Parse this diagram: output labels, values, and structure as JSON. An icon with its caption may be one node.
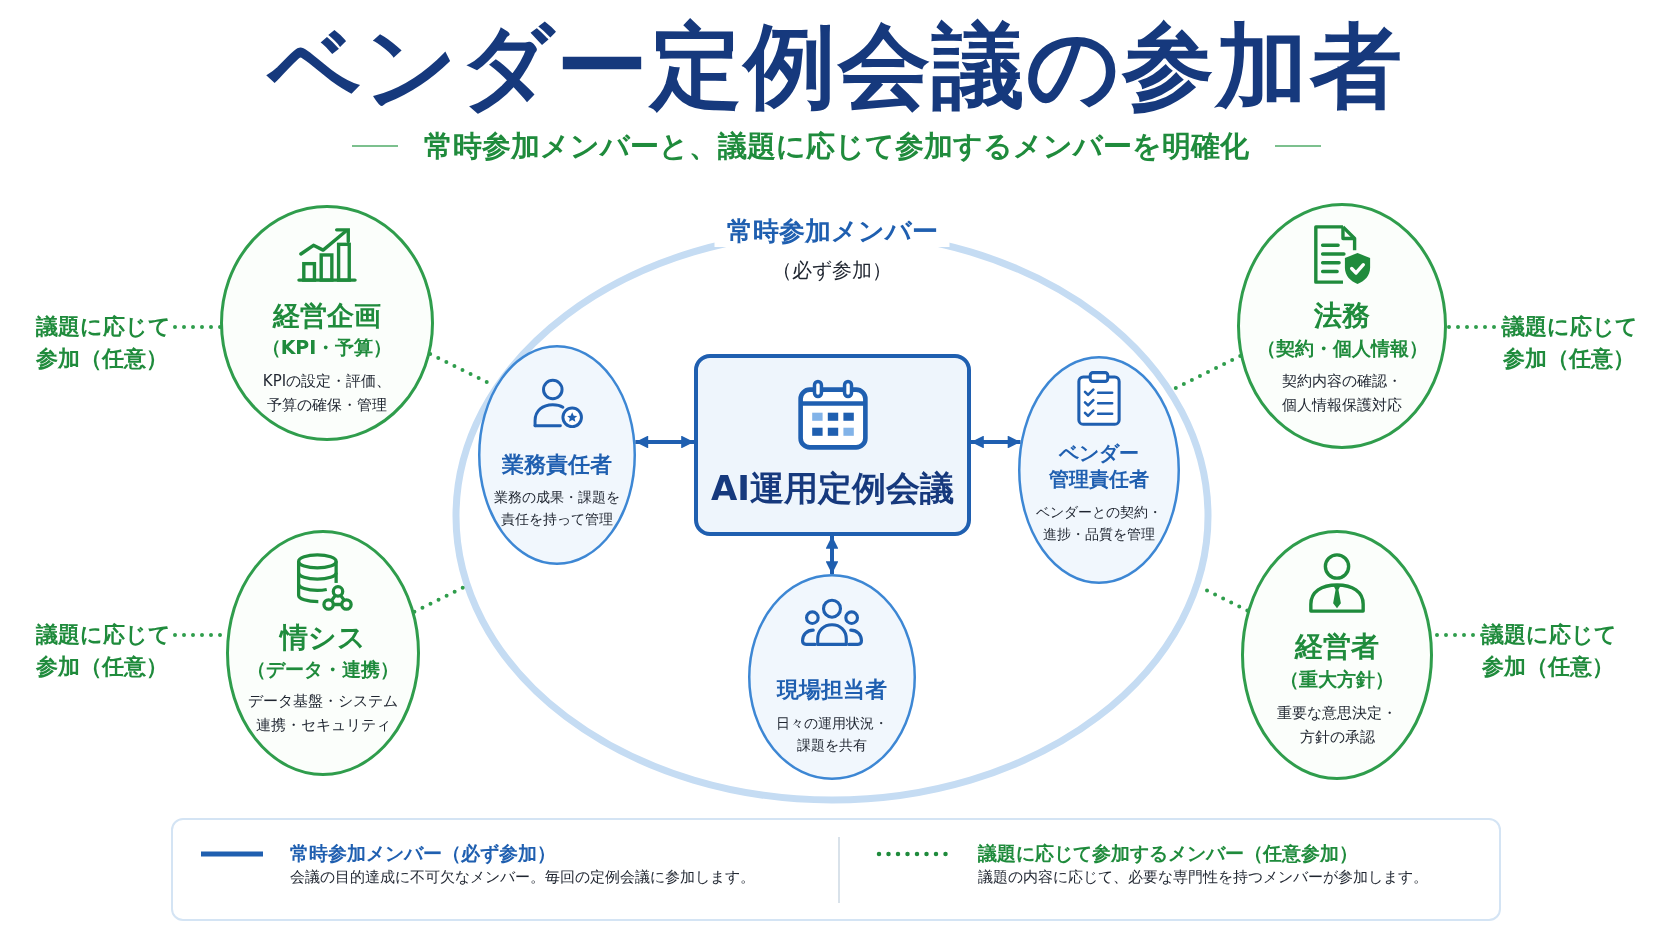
{
  "diagram": {
    "title": "ベンダー定例会議の参加者",
    "nodes": [
      {
        "text": [
          "常時参加メンバー",
          "（必ず参加）"
        ]
      },
      {
        "text": [
          "業務責任者",
          "業務の成果・課題を責任を持って管理"
        ],
        "in": 0
      },
      {
        "text": [
          "AI運用定例会議"
        ],
        "in": 0
      },
      {
        "text": [
          "ベンダー管理責任者",
          "ベンダーとの契約・進捗・品質を管理"
        ],
        "in": 0
      },
      {
        "text": [
          "現場担当者",
          "日々の運用状況・課題を共有"
        ],
        "in": 0
      },
      {
        "text": [
          "経営企画",
          "（KPI・予算）",
          "KPIの設定・評価、予算の確保・管理"
        ]
      },
      {
        "text": [
          "情シス",
          "（データ・連携）",
          "データ基盤・システム連携・セキュリティ"
        ]
      },
      {
        "text": [
          "法務",
          "（契約・個人情報）",
          "契約内容の確認・個人情報保護対応"
        ]
      },
      {
        "text": [
          "経営者",
          "（重大方針）",
          "重要な意思決定・方針の承認"
        ]
      },
      {
        "text": [
          "議題に応じて参加（任意）"
        ]
      },
      {
        "text": [
          "議題に応じて参加（任意）"
        ]
      },
      {
        "text": [
          "議題に応じて参加（任意）"
        ]
      },
      {
        "text": [
          "議題に応じて参加（任意）"
        ]
      }
    ],
    "edges": [
      {
        "from": 1,
        "to": 2,
        "arrow": "both",
        "color": "#1f5fb0"
      },
      {
        "from": 2,
        "to": 3,
        "arrow": "both",
        "color": "#1f5fb0"
      },
      {
        "from": 2,
        "to": 4,
        "arrow": "both",
        "color": "#1f5fb0"
      },
      {
        "from": 5,
        "to": 0,
        "arrow": "none",
        "style": "dashed"
      },
      {
        "from": 6,
        "to": 0,
        "arrow": "none",
        "style": "dashed"
      },
      {
        "from": 7,
        "to": 0,
        "arrow": "none",
        "style": "dashed"
      },
      {
        "from": 8,
        "to": 0,
        "arrow": "none",
        "style": "dashed"
      },
      {
        "from": 9,
        "to": 5,
        "arrow": "none",
        "style": "dashed"
      },
      {
        "from": 10,
        "to": 6,
        "arrow": "none",
        "style": "dashed"
      },
      {
        "from": 11,
        "to": 7,
        "arrow": "none",
        "style": "dashed"
      },
      {
        "from": 12,
        "to": 8,
        "arrow": "none",
        "style": "dashed"
      }
    ],
    "labels": [
      "常時参加メンバーと、議題に応じて参加するメンバーを明確化",
      "会議の目的達成に不可欠なメンバー。毎回の定例会議に参加します。",
      "議題の内容に応じて、必要な専門性を持つメンバーが参加します。"
    ],
    "legend": [
      {
        "text": "常時参加メンバー（必ず参加）"
      },
      {
        "text": "議題に応じて参加するメンバー（任意参加）"
      }
    ]
  }
}
